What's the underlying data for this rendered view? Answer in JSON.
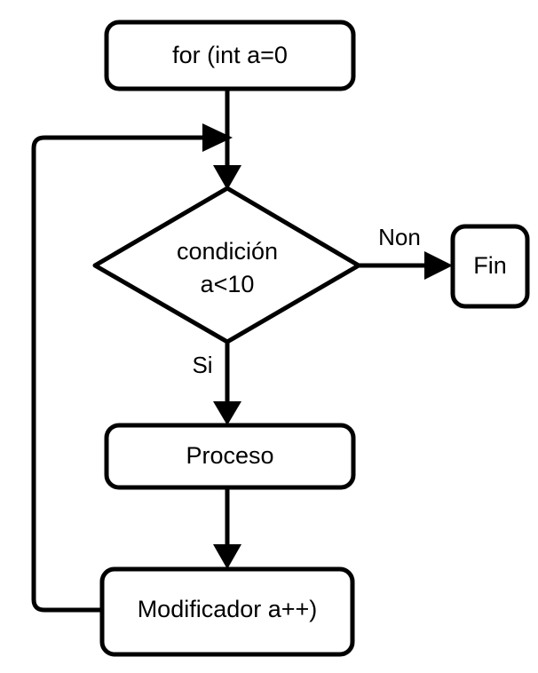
{
  "diagram": {
    "title": "for loop flowchart",
    "type": "flowchart",
    "colors": {
      "background": "#ffffff",
      "stroke": "#000000",
      "fill": "#ffffff",
      "text": "#000000"
    },
    "nodes": [
      {
        "id": "init",
        "shape": "rounded-rectangle",
        "label": "for (int a=0"
      },
      {
        "id": "condition",
        "shape": "diamond",
        "label_line1": "condición",
        "label_line2": "a<10"
      },
      {
        "id": "end",
        "shape": "rounded-rectangle",
        "label": "Fin"
      },
      {
        "id": "process",
        "shape": "rounded-rectangle",
        "label": "Proceso"
      },
      {
        "id": "modifier",
        "shape": "rounded-rectangle",
        "label": "Modificador a++)"
      }
    ],
    "edges": [
      {
        "id": "init-to-condition",
        "from": "init",
        "to": "condition",
        "label": ""
      },
      {
        "id": "condition-to-end",
        "from": "condition",
        "to": "end",
        "label": "Non"
      },
      {
        "id": "condition-to-process",
        "from": "condition",
        "to": "process",
        "label": "Si"
      },
      {
        "id": "process-to-modifier",
        "from": "process",
        "to": "modifier",
        "label": ""
      },
      {
        "id": "modifier-to-condition-loop",
        "from": "modifier",
        "to": "init-to-condition",
        "label": ""
      }
    ]
  }
}
